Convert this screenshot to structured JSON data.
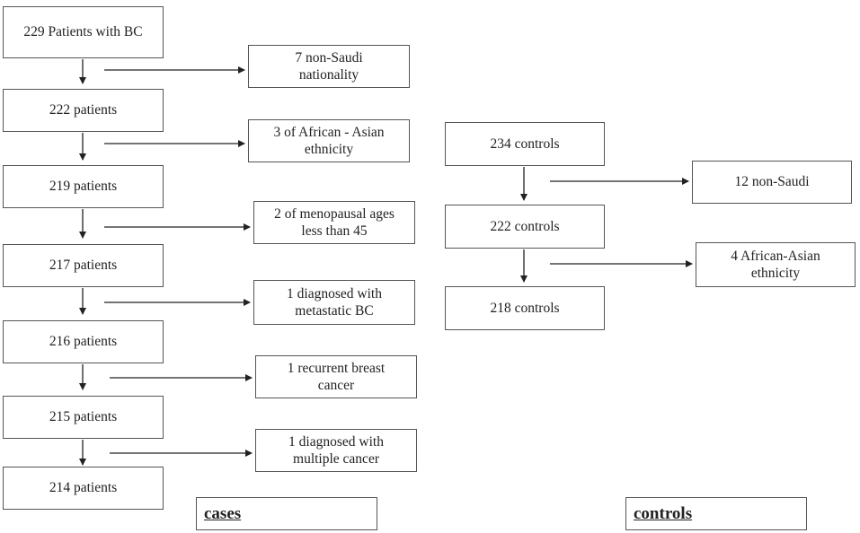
{
  "cases": {
    "title": "cases",
    "steps": [
      "229 Patients with BC",
      "222 patients",
      "219 patients",
      "217 patients",
      "216 patients",
      "215 patients",
      "214 patients"
    ],
    "exclusions": [
      "7 non-Saudi\nnationality",
      "3 of African - Asian\nethnicity",
      "2 of menopausal ages\nless than 45",
      "1 diagnosed with\nmetastatic BC",
      "1 recurrent breast\ncancer",
      "1 diagnosed with\nmultiple cancer"
    ]
  },
  "controls": {
    "title": "controls",
    "steps": [
      "234  controls",
      "222 controls",
      "218 controls"
    ],
    "exclusions": [
      "12 non-Saudi",
      "4 African-Asian\nethnicity"
    ]
  }
}
